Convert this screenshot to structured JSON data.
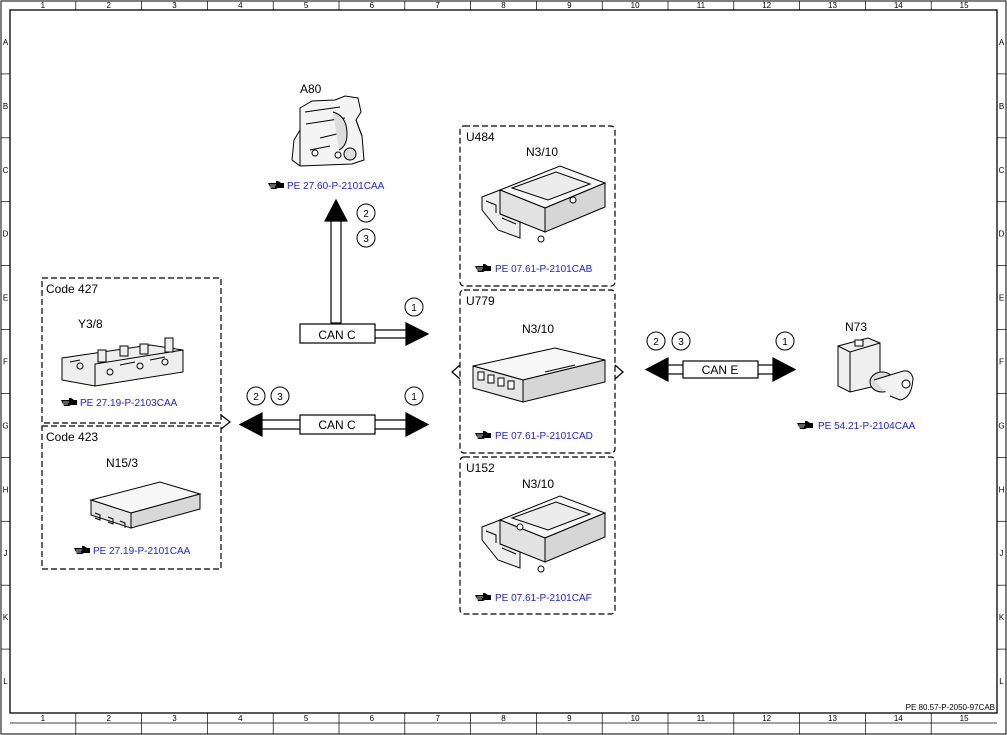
{
  "grid": {
    "columns": [
      "1",
      "2",
      "3",
      "4",
      "5",
      "6",
      "7",
      "8",
      "9",
      "10",
      "11",
      "12",
      "13",
      "14",
      "15"
    ],
    "rows": [
      "A",
      "B",
      "C",
      "D",
      "E",
      "F",
      "G",
      "H",
      "J",
      "K",
      "L"
    ]
  },
  "components": {
    "a80": {
      "label": "A80",
      "link": "PE 27.60-P-2101CAA"
    },
    "code427": {
      "group": "Code 427",
      "label": "Y3/8",
      "link": "PE 27.19-P-2103CAA"
    },
    "code423": {
      "group": "Code 423",
      "label": "N15/3",
      "link": "PE 27.19-P-2101CAA"
    },
    "u484": {
      "group": "U484",
      "label": "N3/10",
      "link": "PE 07.61-P-2101CAB"
    },
    "u779": {
      "group": "U779",
      "label": "N3/10",
      "link": "PE 07.61-P-2101CAD"
    },
    "u152": {
      "group": "U152",
      "label": "N3/10",
      "link": "PE 07.61-P-2101CAF"
    },
    "n73": {
      "label": "N73",
      "link": "PE 54.21-P-2104CAA"
    }
  },
  "buses": {
    "can_c_upper": "CAN C",
    "can_c_lower": "CAN C",
    "can_e": "CAN E"
  },
  "markers": {
    "one": "1",
    "two": "2",
    "three": "3"
  },
  "link_icon": "pointing-hand-icon",
  "footer": {
    "doc_ref": "PE 80.57-P-2050-97CAB"
  },
  "colors": {
    "link": "#1a1aff",
    "line": "#000000"
  }
}
